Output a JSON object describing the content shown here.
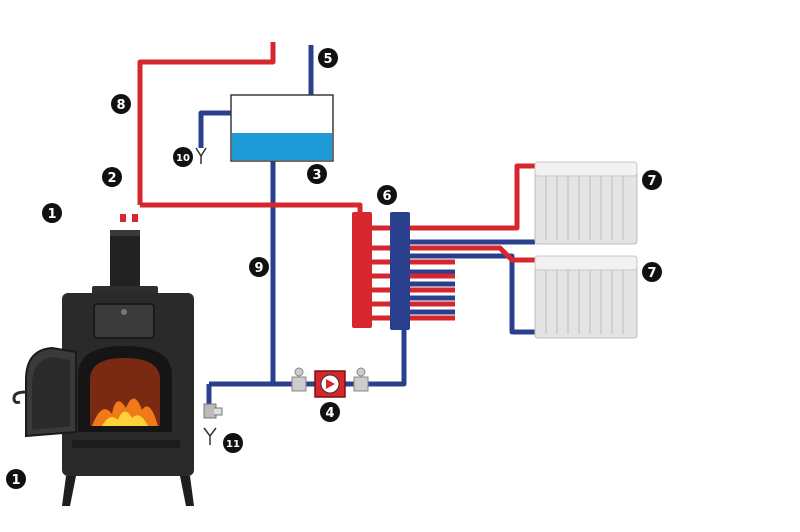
{
  "colors": {
    "hot_pipe": "#d6262e",
    "cold_pipe": "#2b3f8f",
    "water": "#1e9ad6",
    "stove_body": "#2a2a2a",
    "stove_dark": "#111111",
    "fire": "#f07a1a",
    "badge": "#111111",
    "radiator": "#e6e6e6"
  },
  "labels": {
    "stove_top": "1",
    "stove_bottom": "1",
    "flow_pipe": "2",
    "expansion_tank": "3",
    "pump": "4",
    "tank_vent": "5",
    "manifold": "6",
    "radiator_top": "7",
    "radiator_bottom": "7",
    "safety_pipe": "8",
    "return_pipe": "9",
    "tank_overflow": "10",
    "drain_valve": "11"
  },
  "icons": {
    "pump": "pump-icon",
    "valve": "valve-icon",
    "fire": "fire-icon",
    "radiator": "radiator-icon",
    "drain": "drain-icon"
  }
}
